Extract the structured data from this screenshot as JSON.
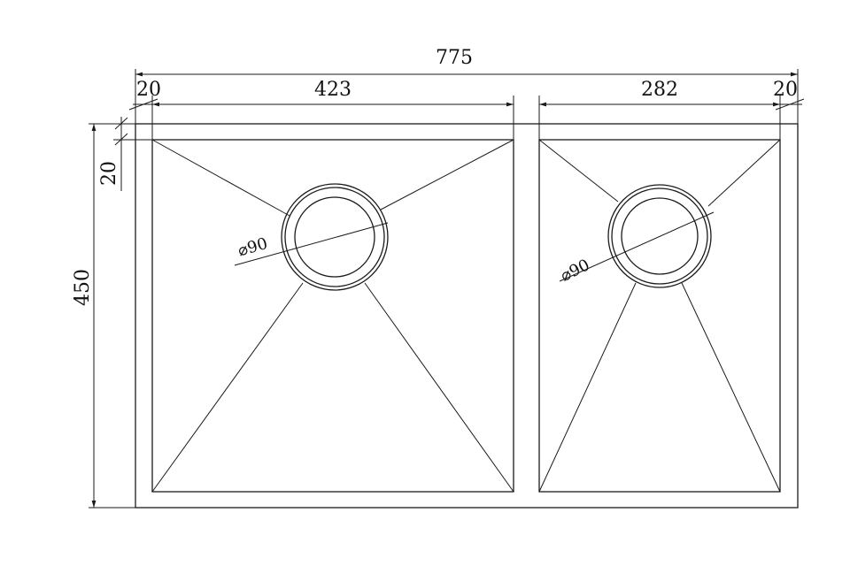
{
  "dimensions": {
    "overall_width": "775",
    "left_flange": "20",
    "left_bowl_width": "423",
    "right_bowl_width": "282",
    "right_flange": "20",
    "top_flange": "20",
    "overall_depth": "450"
  },
  "drains": {
    "left_diameter": "⌀90",
    "right_diameter": "⌀90"
  },
  "colors": {
    "line": "#1a1a1a",
    "background": "#ffffff"
  }
}
